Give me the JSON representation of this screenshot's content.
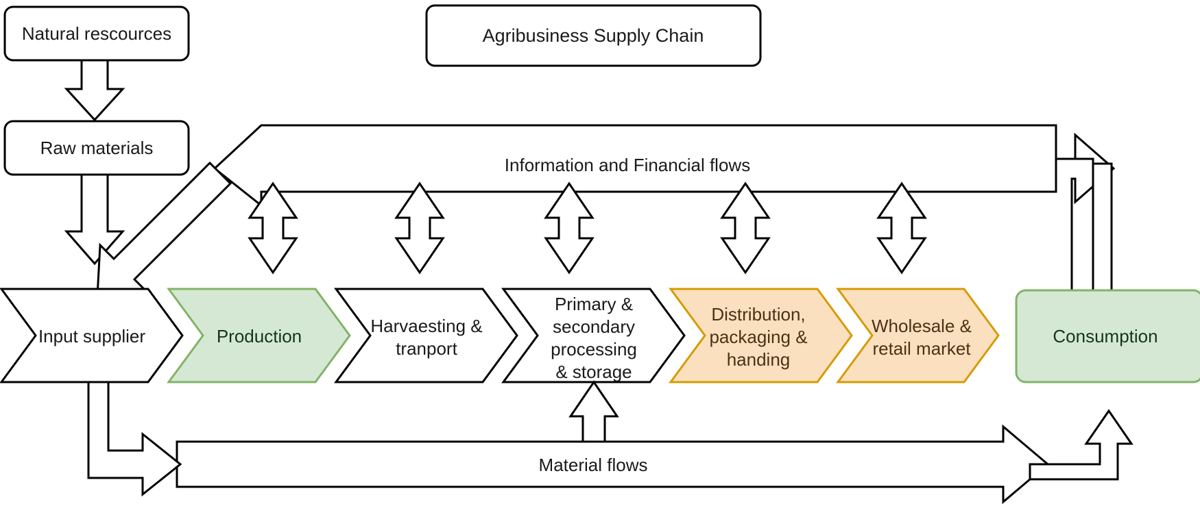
{
  "diagram": {
    "title": "Agribusiness Supply Chain",
    "colors": {
      "green_fill": "#d5e8d4",
      "green_stroke": "#82b366",
      "orange_fill": "#fbe0c0",
      "orange_stroke": "#d79b00",
      "white_fill": "#ffffff",
      "line": "#000000"
    },
    "top_boxes": [
      {
        "id": "natural-rescources",
        "label": "Natural rescources"
      },
      {
        "id": "raw-materials",
        "label": "Raw materials"
      }
    ],
    "flow_bands": [
      {
        "id": "information-financial-flows",
        "label": "Information and Financial flows",
        "direction": "right-to-left"
      },
      {
        "id": "material-flows",
        "label": "Material flows",
        "direction": "left-to-right"
      }
    ],
    "stages": [
      {
        "id": "input-supplier",
        "label": "Input supplier",
        "lines": [
          "Input supplier"
        ],
        "style": "white"
      },
      {
        "id": "production",
        "label": "Production",
        "lines": [
          "Production"
        ],
        "style": "green"
      },
      {
        "id": "harvaesting-tranport",
        "label": "Harvaesting & tranport",
        "lines": [
          "Harvaesting &",
          "tranport"
        ],
        "style": "white"
      },
      {
        "id": "primary-secondary-processing-storage",
        "label": "Primary & secondary processing & storage",
        "lines": [
          "Primary &",
          "secondary",
          "processing",
          "& storage"
        ],
        "style": "white"
      },
      {
        "id": "distribution-packaging-handing",
        "label": "Distribution, packaging & handing",
        "lines": [
          "Distribution,",
          "packaging &",
          "handing"
        ],
        "style": "orange"
      },
      {
        "id": "wholesale-retail-market",
        "label": "Wholesale & retail market",
        "lines": [
          "Wholesale &",
          "retail market"
        ],
        "style": "orange"
      },
      {
        "id": "consumption",
        "label": "Consumption",
        "lines": [
          "Consumption"
        ],
        "style": "green"
      }
    ],
    "connectors": [
      {
        "id": "natural-to-raw",
        "type": "down-arrow"
      },
      {
        "id": "raw-to-input-supplier",
        "type": "down-arrow"
      },
      {
        "id": "info-return-to-raw-materials",
        "type": "diagonal-arrow"
      },
      {
        "id": "bidirectional-production",
        "type": "double-arrow"
      },
      {
        "id": "bidirectional-harvaesting",
        "type": "double-arrow"
      },
      {
        "id": "bidirectional-processing",
        "type": "double-arrow"
      },
      {
        "id": "bidirectional-distribution",
        "type": "double-arrow"
      },
      {
        "id": "bidirectional-wholesale",
        "type": "double-arrow"
      },
      {
        "id": "consumption-to-information",
        "type": "elbow-arrow"
      },
      {
        "id": "input-supplier-to-material",
        "type": "elbow-arrow"
      },
      {
        "id": "material-to-processing",
        "type": "up-arrow"
      },
      {
        "id": "material-to-consumption",
        "type": "elbow-arrow"
      }
    ]
  }
}
